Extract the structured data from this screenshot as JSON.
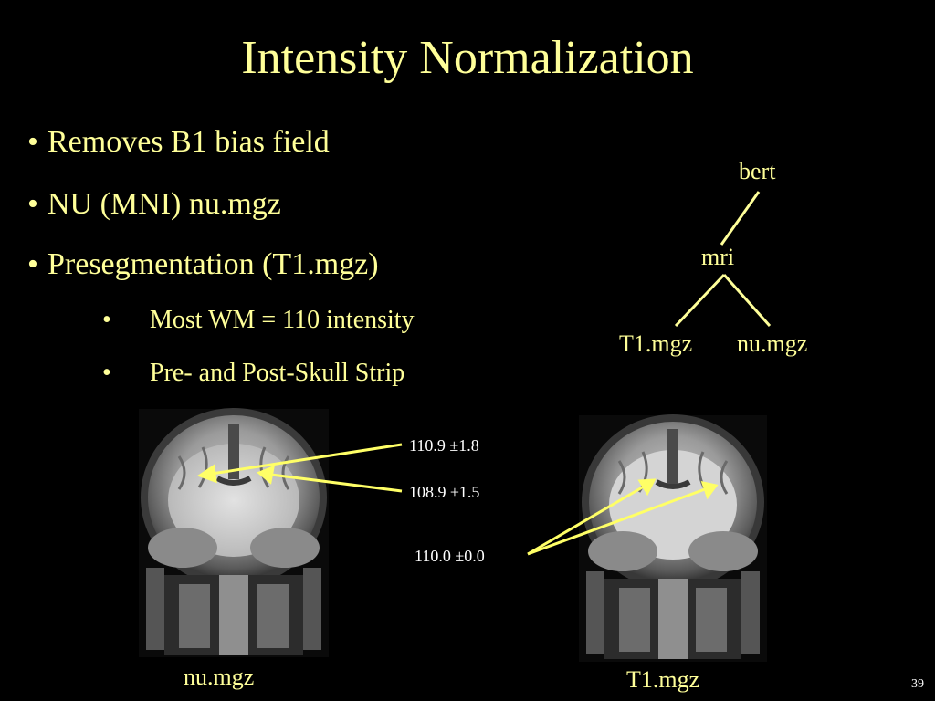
{
  "slide": {
    "title": "Intensity Normalization",
    "bullets": [
      {
        "bullet": "•",
        "text": "Removes B1 bias field"
      },
      {
        "bullet": "•",
        "text": "NU (MNI) nu.mgz"
      },
      {
        "bullet": "•",
        "text": "Presegmentation (T1.mgz)"
      }
    ],
    "sub_bullets": [
      {
        "bullet": "•",
        "text": "Most WM = 110 intensity"
      },
      {
        "bullet": "•",
        "text": "Pre- and Post-Skull Strip"
      }
    ],
    "tree": {
      "root": "bert",
      "child": "mri",
      "leaves": [
        "T1.mgz",
        "nu.mgz"
      ]
    },
    "annotations": [
      "110.9 ±1.8",
      "108.9 ±1.5",
      "110.0 ±0.0"
    ],
    "captions": {
      "left": "nu.mgz",
      "right": "T1.mgz"
    },
    "page_number": "39",
    "colors": {
      "background": "#000000",
      "text": "#ffff99",
      "arrows": "#ffff66",
      "tree_lines": "#ffff99"
    }
  }
}
